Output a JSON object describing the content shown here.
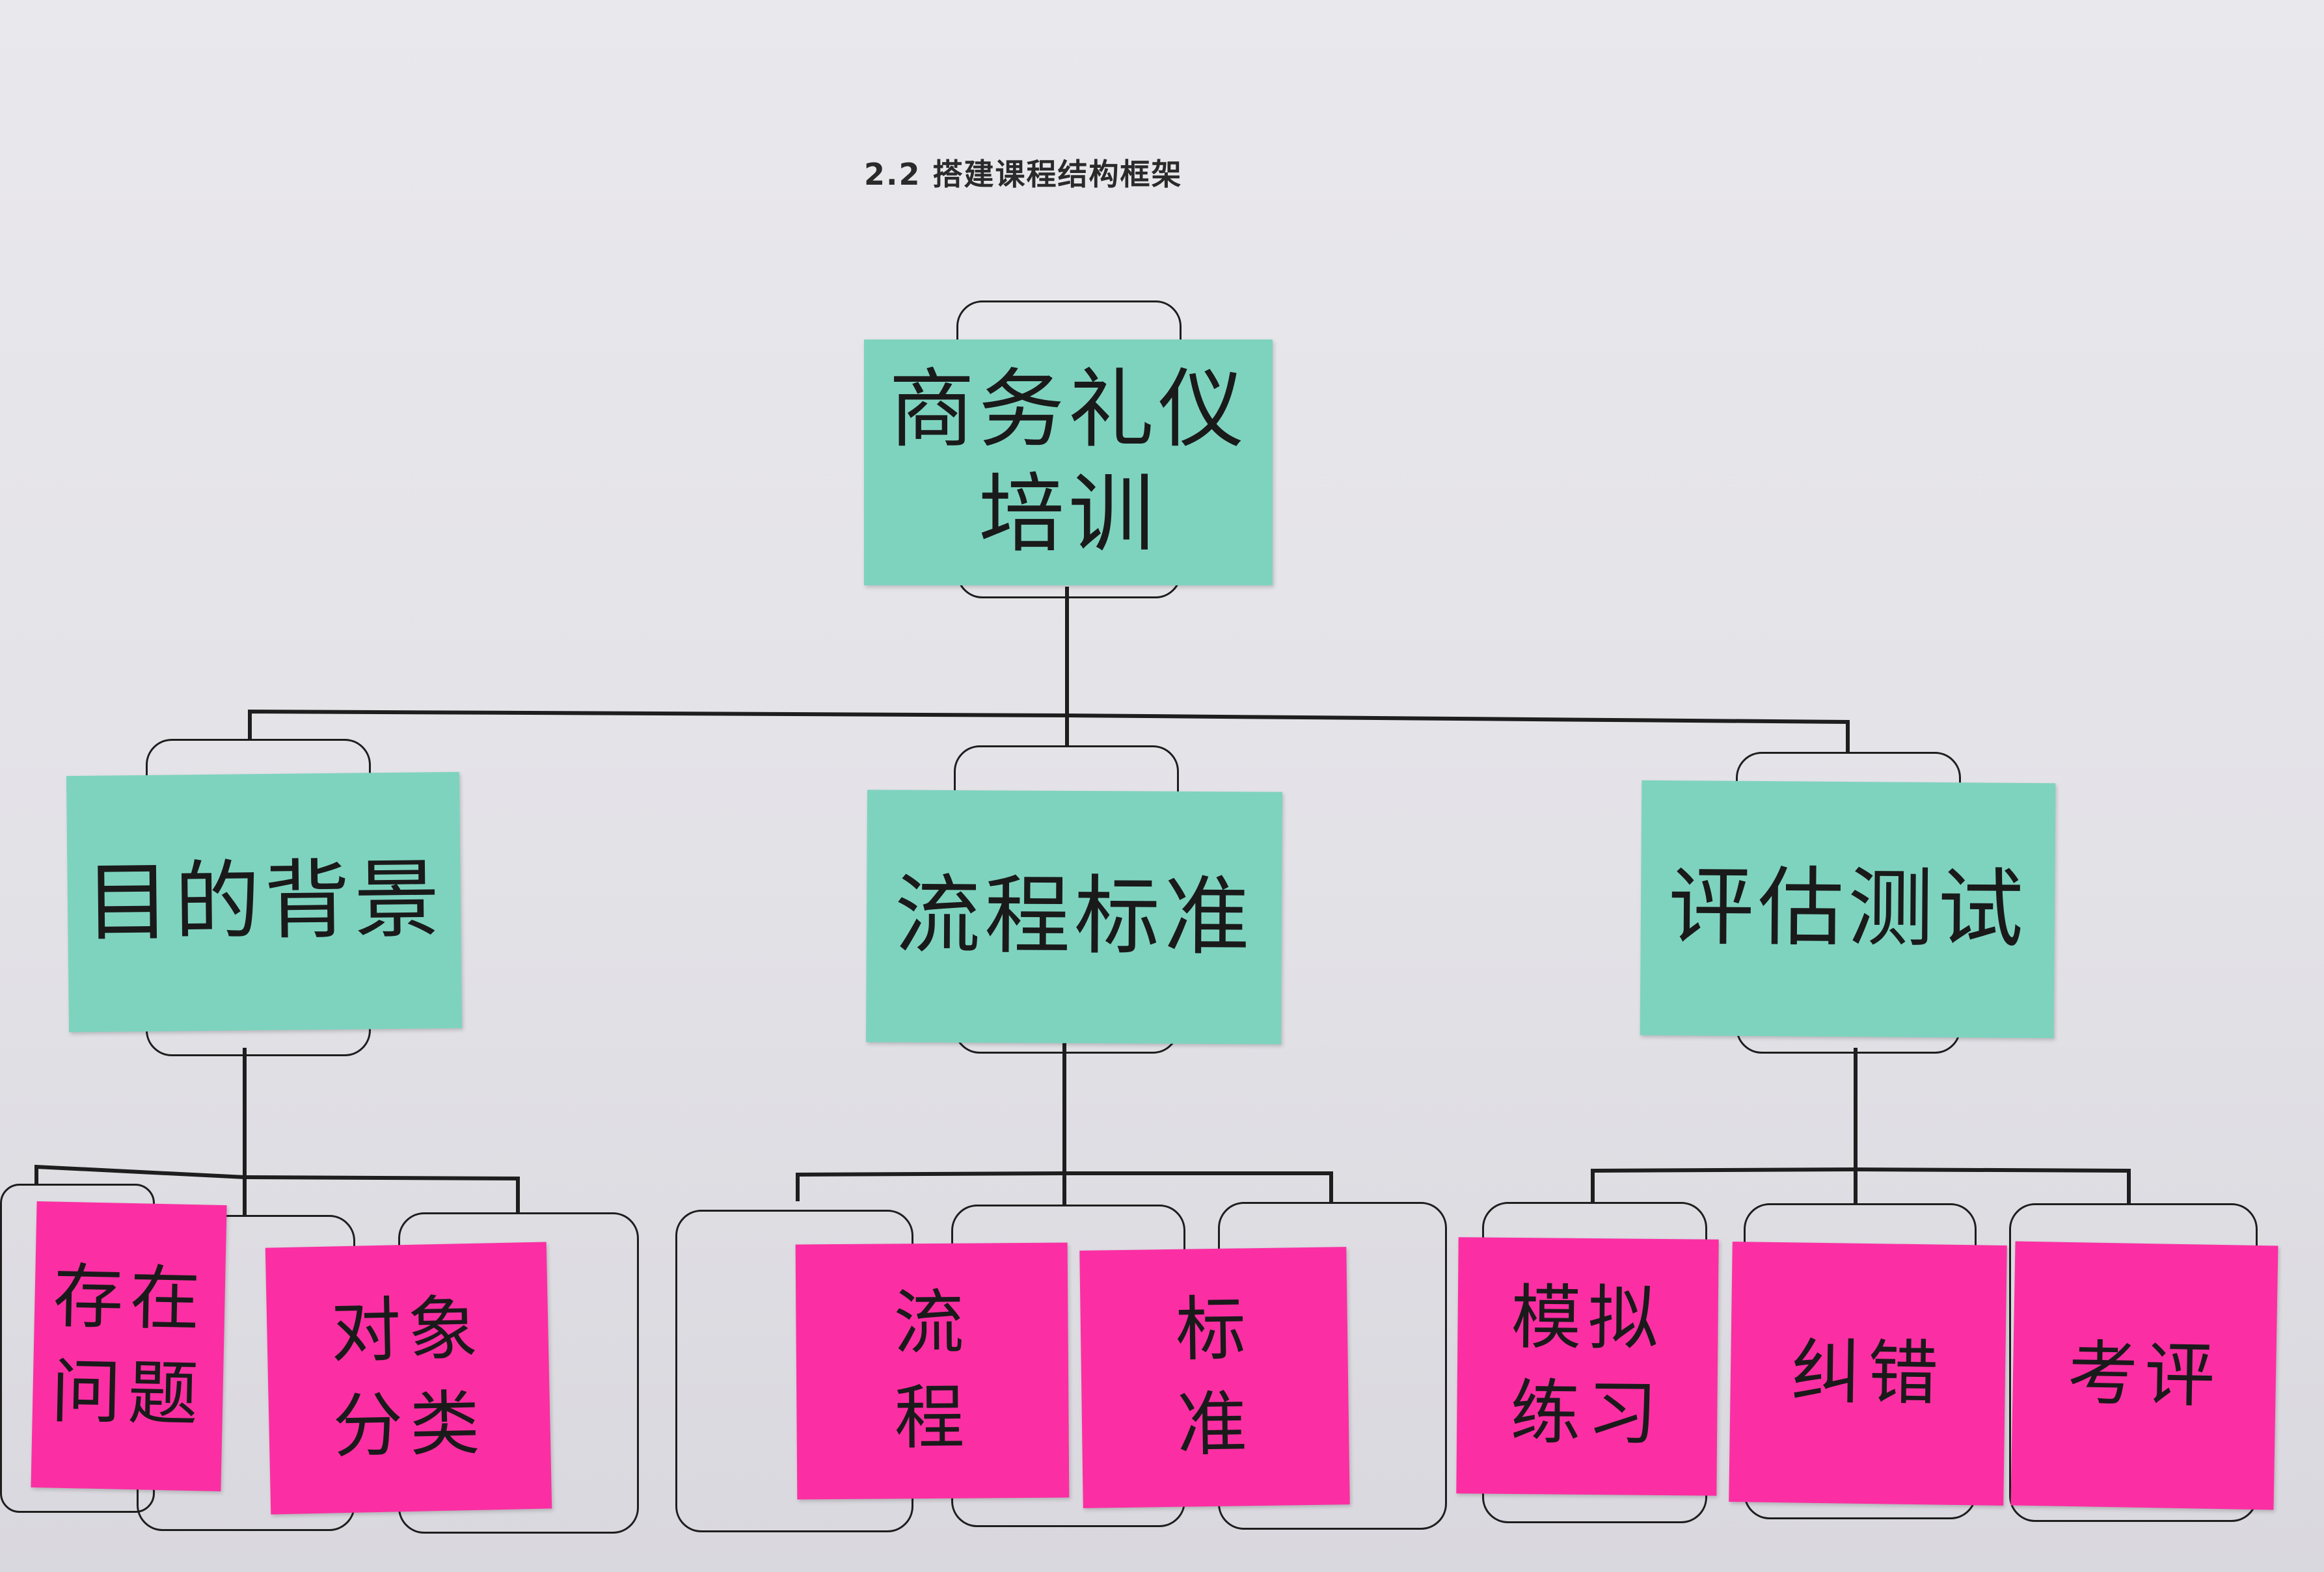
{
  "page": {
    "title": "2.2 搭建课程结构框架"
  },
  "colors": {
    "paper": "#e6e5e9",
    "root_note": "#7ed3bf",
    "leaf_note": "#fb2fa3",
    "line": "#1e1e1e"
  },
  "tree": {
    "root": {
      "lines": [
        "商务礼仪",
        "培训"
      ]
    },
    "branches": [
      {
        "lines": [
          "目的背景"
        ],
        "leaves": [
          {
            "lines": [
              "存在",
              "问题"
            ]
          },
          {
            "lines": [
              "对象",
              "分类"
            ]
          }
        ]
      },
      {
        "lines": [
          "流程标准"
        ],
        "leaves": [
          {
            "lines": [
              "流",
              "程"
            ]
          },
          {
            "lines": [
              "标",
              "准"
            ]
          }
        ]
      },
      {
        "lines": [
          "评估测试"
        ],
        "leaves": [
          {
            "lines": [
              "模拟",
              "练习"
            ]
          },
          {
            "lines": [
              "纠错"
            ]
          },
          {
            "lines": [
              "考评"
            ]
          }
        ]
      }
    ]
  }
}
